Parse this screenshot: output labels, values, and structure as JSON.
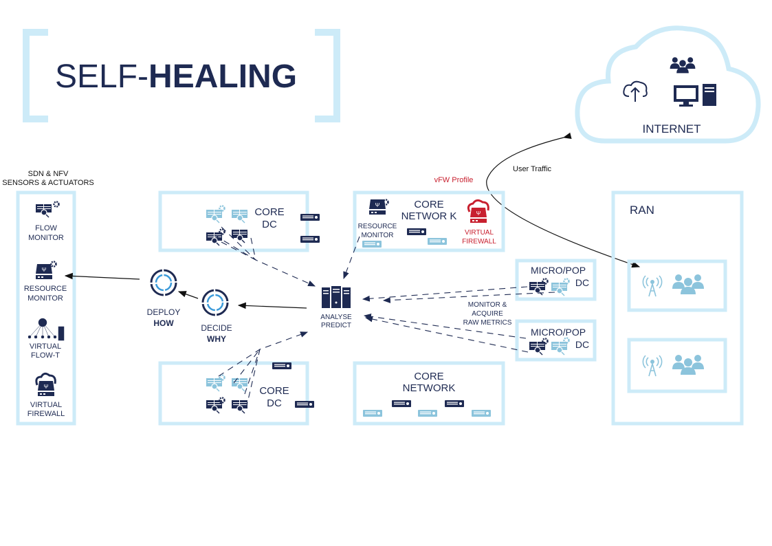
{
  "title": {
    "light": "SELF-",
    "bold": "HEALING"
  },
  "internet": {
    "label": "INTERNET",
    "icons": [
      "users-icon",
      "cloud-upload-icon",
      "desktop-computer-icon"
    ]
  },
  "user_traffic": "User Traffic",
  "vfw_profile": "vFW Profile",
  "sensors": {
    "heading_line1": "SDN & NFV",
    "heading_line2": "SENSORS & ACTUATORS",
    "items": [
      {
        "line1": "FLOW",
        "line2": "MONITOR"
      },
      {
        "line1": "RESOURCE",
        "line2": "MONITOR"
      },
      {
        "line1": "VIRTUAL",
        "line2": "FLOW-T"
      },
      {
        "line1": "VIRTUAL",
        "line2": "FIREWALL"
      }
    ]
  },
  "deploy": {
    "line1": "DEPLOY",
    "line2": "HOW"
  },
  "decide": {
    "line1": "DECIDE",
    "line2": "WHY"
  },
  "analyse": {
    "line1": "ANALYSE",
    "line2": "PREDICT"
  },
  "core_dc_top": {
    "line1": "CORE",
    "line2": "DC"
  },
  "core_dc_bottom": {
    "line1": "CORE",
    "line2": "DC"
  },
  "core_network_top": {
    "line1": "CORE",
    "line2": "NETWOR K",
    "resource_monitor": [
      "RESOURCE",
      "MONITOR"
    ],
    "virtual_firewall": [
      "VIRTUAL",
      "FIREWALL"
    ]
  },
  "core_network_bottom": {
    "line1": "CORE",
    "line2": "NETWORK"
  },
  "micro_pop_1": {
    "line1": "MICRO/POP",
    "line2": "DC"
  },
  "micro_pop_2": {
    "line1": "MICRO/POP",
    "line2": "DC"
  },
  "monitor_acquire": [
    "MONITOR &",
    "ACQUIRE",
    "RAW METRICS"
  ],
  "ran": {
    "label": "RAN"
  },
  "colors": {
    "navy": "#1e2a52",
    "light_blue": "#cdebf8",
    "icon_blue": "#8cc4dc",
    "red": "#c8202f",
    "ring_blue": "#3b9ad9"
  }
}
